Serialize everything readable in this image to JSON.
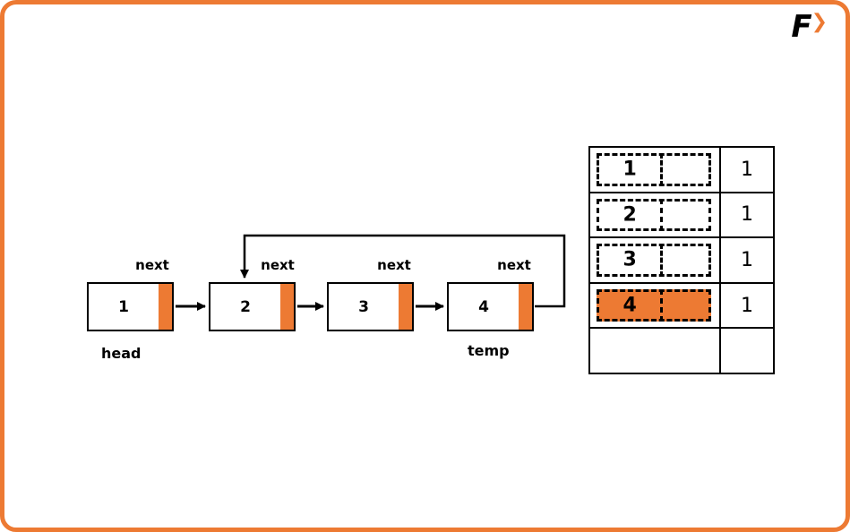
{
  "logo": {
    "letter": "F",
    "arrow_icon": "❯"
  },
  "diagram": {
    "nodes": [
      {
        "value": "1",
        "next_label": "next",
        "tag": "head"
      },
      {
        "value": "2",
        "next_label": "next",
        "tag": ""
      },
      {
        "value": "3",
        "next_label": "next",
        "tag": ""
      },
      {
        "value": "4",
        "next_label": "next",
        "tag": "temp"
      }
    ]
  },
  "table": {
    "rows": [
      {
        "value": "1",
        "visited": "1",
        "highlighted": false
      },
      {
        "value": "2",
        "visited": "1",
        "highlighted": false
      },
      {
        "value": "3",
        "visited": "1",
        "highlighted": false
      },
      {
        "value": "4",
        "visited": "1",
        "highlighted": true
      },
      {
        "value": "",
        "visited": "",
        "highlighted": false
      }
    ]
  },
  "colors": {
    "accent": "#ED7A33",
    "line": "#000000",
    "background": "#FFFFFF"
  }
}
